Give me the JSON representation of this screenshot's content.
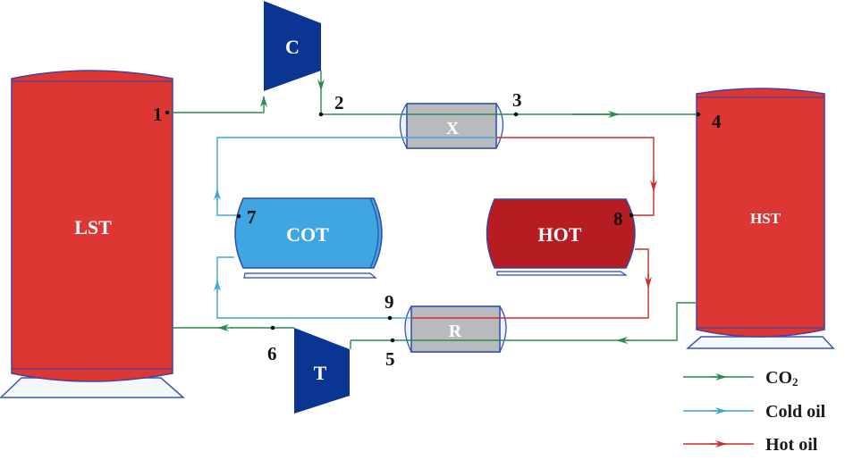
{
  "colors": {
    "storage_tank": "#dc3732",
    "tank_outline": "#4a3fa0",
    "machine": "#0b3593",
    "heat_exchanger": "#b9babe",
    "cold_oil_tank": "#3fa6e2",
    "hot_oil_tank": "#b61c22",
    "co2_line": "#2f8a4e",
    "cold_oil_line": "#3fa6e2",
    "hot_oil_line": "#c8322b",
    "support": "#f3f8fd"
  },
  "components": {
    "lst": "LST",
    "hst": "HST",
    "compressor": "C",
    "turbine": "T",
    "heat_exchanger_x": "X",
    "recuperator_r": "R",
    "cold_oil_tank": "COT",
    "hot_oil_tank": "HOT"
  },
  "state_points": {
    "p1": "1",
    "p2": "2",
    "p3": "3",
    "p4": "4",
    "p5": "5",
    "p6": "6",
    "p7": "7",
    "p8": "8",
    "p9": "9"
  },
  "legend": [
    {
      "label": "CO",
      "subscript": "2",
      "stream": "co2"
    },
    {
      "label": "Cold oil",
      "subscript": "",
      "stream": "cold_oil"
    },
    {
      "label": "Hot oil",
      "subscript": "",
      "stream": "hot_oil"
    }
  ]
}
